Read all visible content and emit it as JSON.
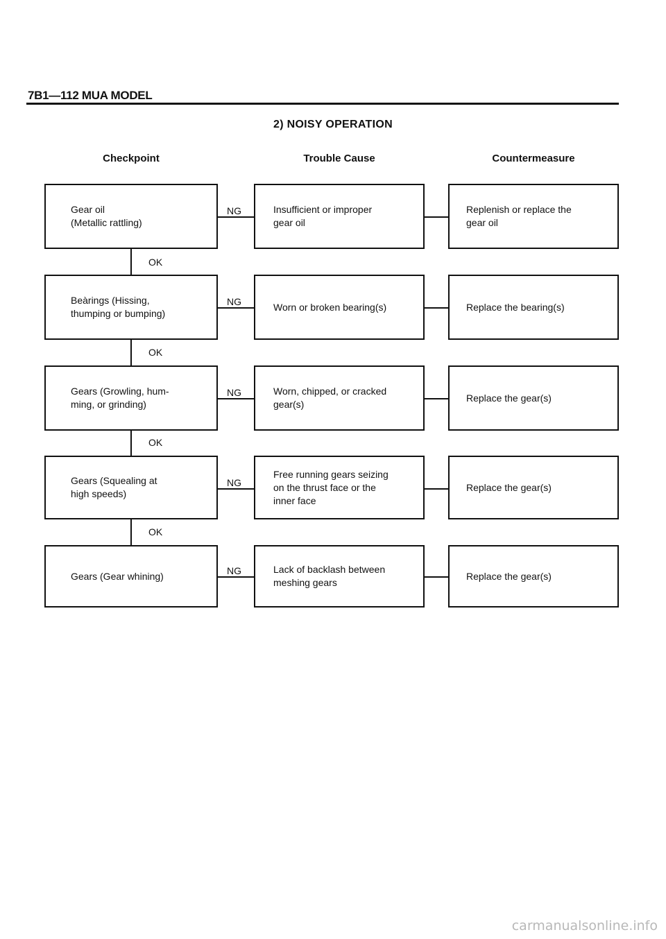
{
  "header": "7B1—112 MUA MODEL",
  "title": "2) NOISY OPERATION",
  "columns": {
    "checkpoint": "Checkpoint",
    "cause": "Trouble Cause",
    "counter": "Countermeasure"
  },
  "labels": {
    "ng": "NG",
    "ok": "OK"
  },
  "rows": [
    {
      "checkpoint": "Gear oil\n(Metallic rattling)",
      "cause": "Insufficient or improper\ngear oil",
      "counter": "Replenish or replace the\ngear oil"
    },
    {
      "checkpoint": "Beàrings (Hissing,\nthumping or bumping)",
      "cause": "Worn or broken bearing(s)",
      "counter": "Replace the bearing(s)"
    },
    {
      "checkpoint": "Gears (Growling, hum-\nming, or grinding)",
      "cause": "Worn, chipped, or cracked\ngear(s)",
      "counter": "Replace the gear(s)"
    },
    {
      "checkpoint": "Gears (Squealing at\nhigh speeds)",
      "cause": "Free running gears seizing\non the thrust face or the\ninner face",
      "counter": "Replace the gear(s)"
    },
    {
      "checkpoint": "Gears (Gear whining)",
      "cause": "Lack of backlash between\nmeshing gears",
      "counter": "Replace the gear(s)"
    }
  ],
  "footer": "carmanualsonline.info"
}
